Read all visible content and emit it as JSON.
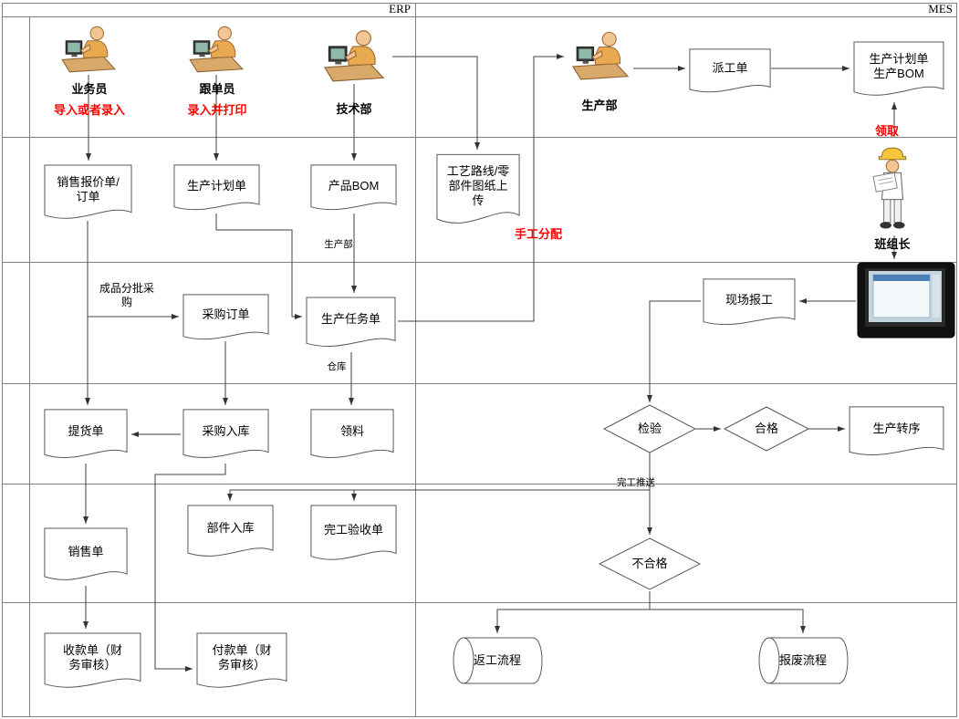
{
  "lanes": {
    "erp": "ERP",
    "mes": "MES"
  },
  "actors": {
    "salesperson": {
      "label": "业务员",
      "note": "导入或者录入"
    },
    "tracker": {
      "label": "跟单员",
      "note": "录入并打印"
    },
    "tech": {
      "label": "技术部"
    },
    "production": {
      "label": "生产部"
    },
    "leader": {
      "label": "班组长"
    }
  },
  "nodes": {
    "sales_quote": "销售报价单/\n订单",
    "prod_plan": "生产计划单",
    "product_bom": "产品BOM",
    "route_upload": "工艺路线/零\n部件图纸上\n传",
    "dispatch": "派工单",
    "plan_bom": "生产计划单\n生产BOM",
    "purchase_order": "采购订单",
    "prod_task": "生产任务单",
    "field_report": "现场报工",
    "delivery": "提货单",
    "purchase_in": "采购入库",
    "material": "领料",
    "exam": "检验",
    "pass": "合格",
    "transfer": "生产转序",
    "sales_order": "销售单",
    "part_in": "部件入库",
    "accept": "完工验收单",
    "fail": "不合格",
    "receipt": "收款单（财\n务审核）",
    "payment": "付款单（财\n务审核）",
    "rework": "返工流程",
    "scrap": "报废流程"
  },
  "edge_labels": {
    "manual_dispatch": "手工分配",
    "receive": "领取",
    "to_production": "生产部",
    "warehouse": "仓库",
    "completion_push": "完工推送",
    "batch_purchase": "成品分批采\n购"
  },
  "colors": {
    "red": "#ff0000",
    "grid": "#808080",
    "shape_stroke": "#595959",
    "arrow": "#404040"
  }
}
